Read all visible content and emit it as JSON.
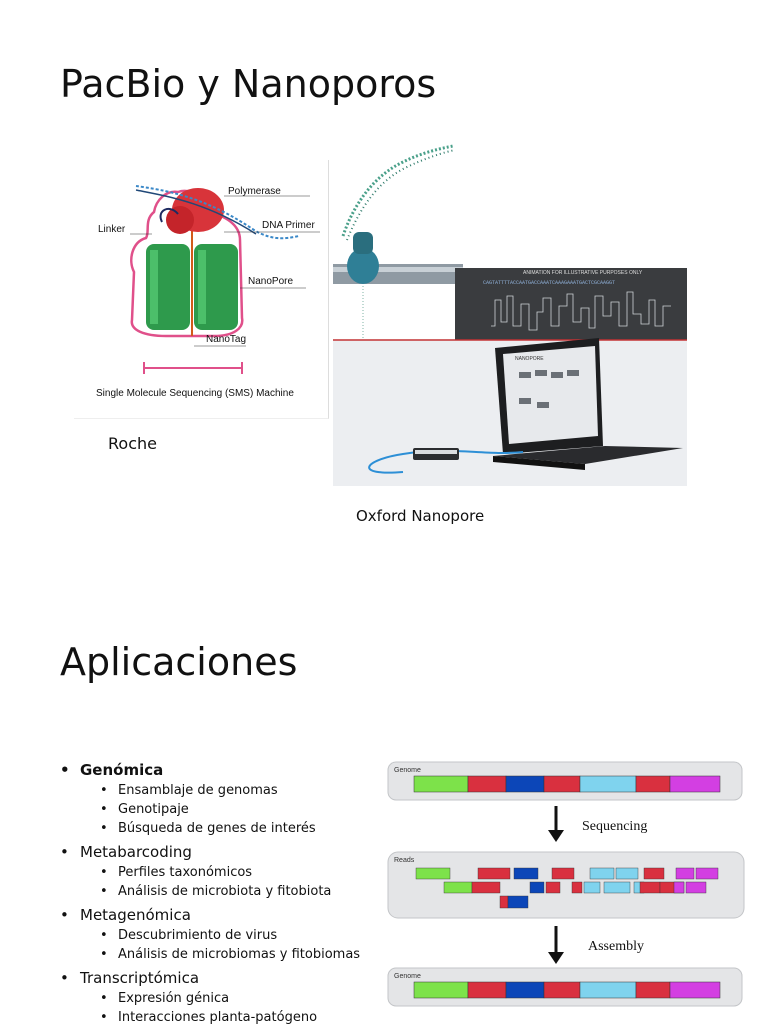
{
  "slide1": {
    "title": "PacBio y Nanoporos",
    "roche": {
      "labels": {
        "polymerase": "Polymerase",
        "linker": "Linker",
        "dna_primer": "DNA Primer",
        "nanopore": "NanoPore",
        "nanotag": "NanoTag",
        "machine": "Single Molecule Sequencing (SMS) Machine"
      },
      "caption": "Roche"
    },
    "oxford": {
      "panel_title": "ANIMATION FOR ILLUSTRATIVE PURPOSES ONLY",
      "panel_sequence": "CAGTATTTTACCAATGACCAAATCAAAGAAATGACTCGCAAGGT",
      "laptop_brand": "NANOPORE",
      "caption": "Oxford Nanopore"
    }
  },
  "slide2": {
    "title": "Aplicaciones",
    "sections": [
      {
        "heading": "Genómica",
        "items": [
          "Ensamblaje de genomas",
          "Genotipaje",
          "Búsqueda de genes de interés"
        ]
      },
      {
        "heading": "Metabarcoding",
        "items": [
          "Perfiles taxonómicos",
          "Análisis de microbiota y fitobiota"
        ]
      },
      {
        "heading": "Metagenómica",
        "items": [
          "Descubrimiento de virus",
          "Análisis de microbiomas y fitobiomas"
        ]
      },
      {
        "heading": "Transcriptómica",
        "items": [
          "Expresión génica",
          "Interacciones planta-patógeno"
        ]
      }
    ],
    "figure": {
      "genome_label": "Genome",
      "reads_label": "Reads",
      "sequencing_label": "Sequencing",
      "assembly_label": "Assembly",
      "genome_label_bottom": "Genome"
    }
  }
}
